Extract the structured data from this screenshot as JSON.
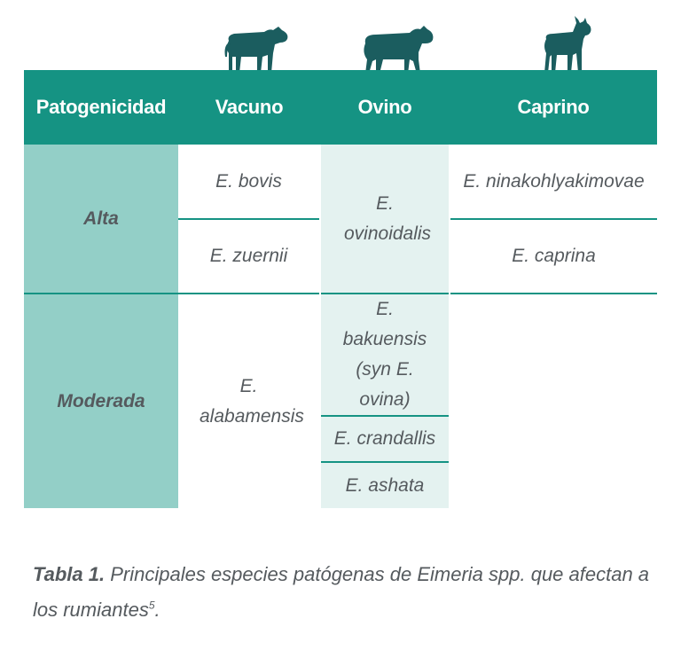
{
  "table": {
    "headers": {
      "patogenicidad": "Patogenicidad",
      "vacuno": "Vacuno",
      "ovino": "Ovino",
      "caprino": "Caprino"
    },
    "alta": {
      "label": "Alta",
      "vacuno": [
        "E. bovis",
        "E. zuernii"
      ],
      "ovino": "E. ovinoidalis",
      "caprino": [
        "E. ninakohlyakimovae",
        "E. caprina"
      ]
    },
    "moderada": {
      "label": "Moderada",
      "vacuno": "E. alabamensis",
      "ovino": [
        "E. bakuensis (syn E. ovina)",
        "E. crandallis",
        "E. ashata"
      ],
      "caprino": ""
    }
  },
  "caption": {
    "bold": "Tabla 1.",
    "text": " Principales especies patógenas de Eimeria spp. que afectan a los rumiantes",
    "superscript": "5",
    "end": "."
  },
  "icons": [
    "calf-icon",
    "sheep-icon",
    "goat-icon"
  ],
  "colors": {
    "header": "#159383",
    "patogenicidad_column": "#93cfc7",
    "ovino_column": "#e4f2f0",
    "text": "#555a5e"
  }
}
